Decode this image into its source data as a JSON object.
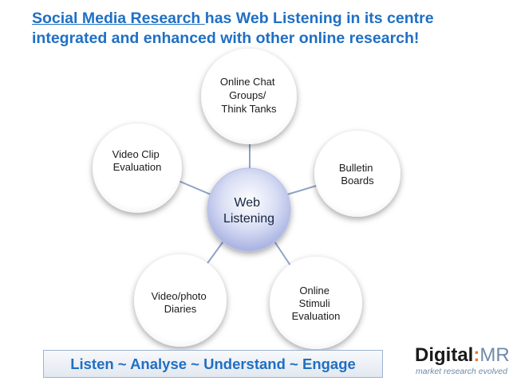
{
  "headline": {
    "link_text": "Social Media Research ",
    "rest_line1": "has Web Listening in its centre",
    "line2": "integrated and enhanced with other online research!"
  },
  "diagram": {
    "center": {
      "line1": "Web",
      "line2": "Listening"
    },
    "nodes": [
      {
        "id": "chat",
        "lines": [
          "Online Chat",
          "Groups/",
          "Think Tanks"
        ]
      },
      {
        "id": "boards",
        "lines": [
          "Bulletin",
          "Boards"
        ]
      },
      {
        "id": "stimuli",
        "lines": [
          "Online",
          "Stimuli",
          "Evaluation"
        ]
      },
      {
        "id": "diaries",
        "lines": [
          "Video/photo",
          "Diaries"
        ]
      },
      {
        "id": "videoclip",
        "lines": [
          "Video Clip",
          "Evaluation"
        ]
      }
    ]
  },
  "tagline": "Listen ~ Analyse ~ Understand ~ Engage",
  "logo": {
    "word": "Digital",
    "colon": ":",
    "suffix": "MR",
    "subtitle": "market research evolved"
  },
  "colors": {
    "accent_blue": "#1f6fc4",
    "connector": "#8fa3c8",
    "logo_orange": "#e07b39"
  }
}
